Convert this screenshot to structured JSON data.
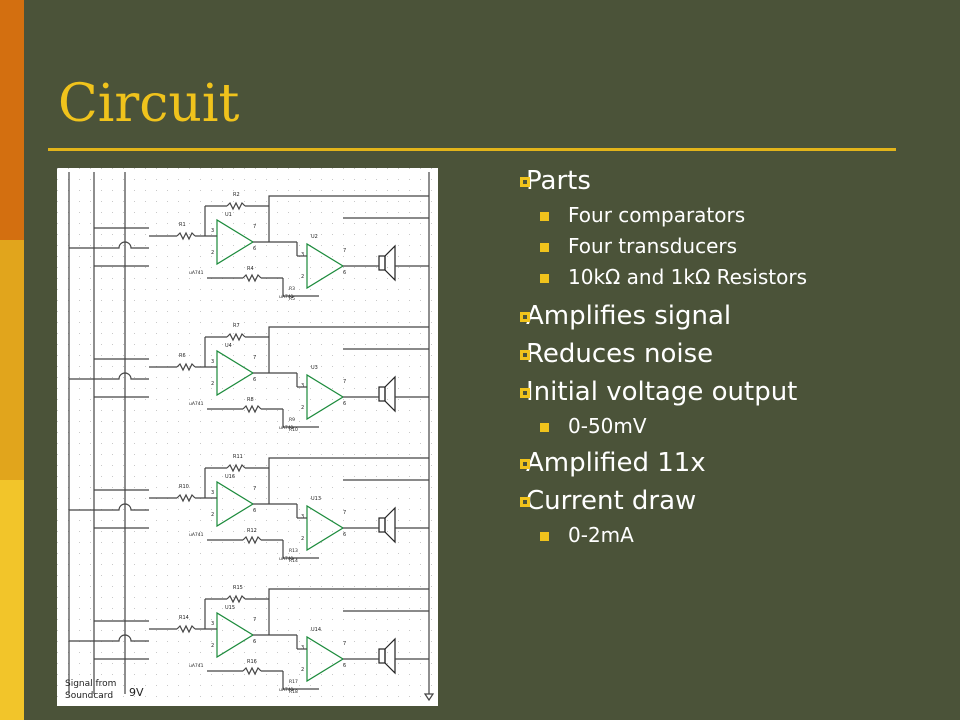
{
  "slide": {
    "title": "Circuit",
    "stripe_colors": [
      "#d36f10",
      "#e1a51c",
      "#f2c52a"
    ],
    "accent": "#f0c31c",
    "background": "#4b5339"
  },
  "schematic": {
    "stages": [
      {
        "r_in": "R1",
        "r_fb": "R2",
        "r_bot": "R4",
        "u_a": "U1",
        "u_b": "U2",
        "r_x": "R3",
        "r_y": "R5"
      },
      {
        "r_in": "R6",
        "r_fb": "R7",
        "r_bot": "R8",
        "u_a": "U4",
        "u_b": "U3",
        "r_x": "R9",
        "r_y": "R10"
      },
      {
        "r_in": "R10",
        "r_fb": "R11",
        "r_bot": "R12",
        "u_a": "U16",
        "u_b": "U13",
        "r_x": "R13",
        "r_y": "R14"
      },
      {
        "r_in": "R14",
        "r_fb": "R15",
        "r_bot": "R16",
        "u_a": "U15",
        "u_b": "U14",
        "r_x": "R17",
        "r_y": "R18"
      }
    ],
    "op_label": "uA741",
    "source_label_line1": "Signal from",
    "source_label_line2": "Soundcard",
    "battery_label": "9V"
  },
  "bullets": [
    {
      "level": 1,
      "text": "Parts"
    },
    {
      "level": 2,
      "text": "Four comparators"
    },
    {
      "level": 2,
      "text": "Four transducers"
    },
    {
      "level": 2,
      "text": "10kΩ and 1kΩ Resistors"
    },
    {
      "level": 1,
      "text": "Amplifies signal"
    },
    {
      "level": 1,
      "text": "Reduces noise"
    },
    {
      "level": 1,
      "text": "Initial voltage output"
    },
    {
      "level": 2,
      "text": "0-50mV"
    },
    {
      "level": 1,
      "text": "Amplified 11x"
    },
    {
      "level": 1,
      "text": "Current draw"
    },
    {
      "level": 2,
      "text": "0-2mA"
    }
  ]
}
